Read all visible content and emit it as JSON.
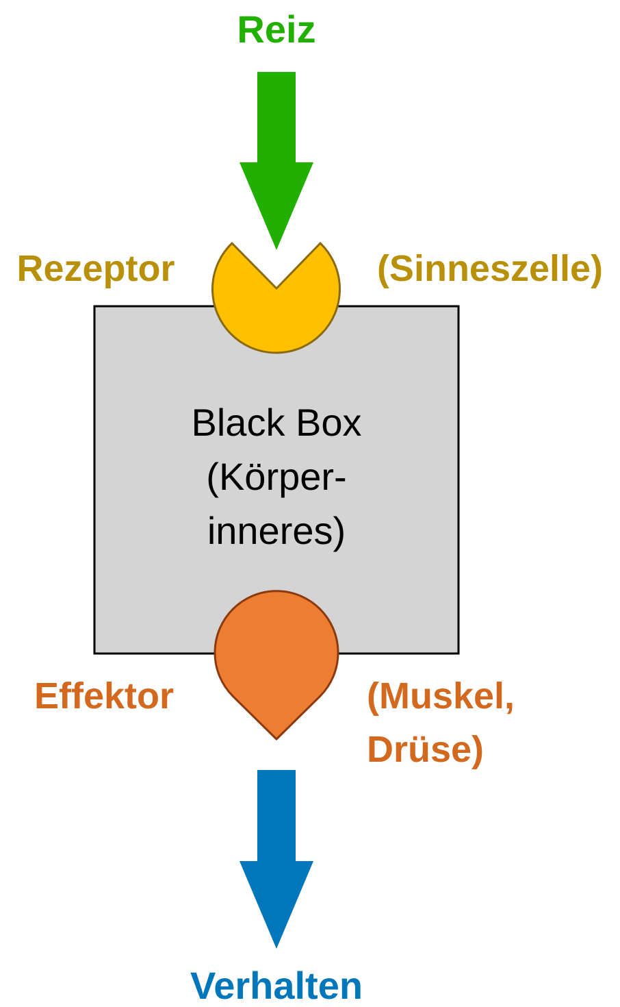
{
  "labels": {
    "stimulus": "Reiz",
    "receptor": "Rezeptor",
    "receptor_note": "(Sinneszelle)",
    "box_lines": [
      "Black Box",
      "(Körper-",
      "inneres)"
    ],
    "effector": "Effektor",
    "effector_note_lines": [
      "(Muskel,",
      "Drüse)"
    ],
    "behavior": "Verhalten"
  },
  "colors": {
    "stimulus": "#22b000",
    "receptor_text": "#b8900a",
    "receptor_fill": "#ffc000",
    "receptor_stroke": "#8a6a10",
    "box_fill": "#d4d4d4",
    "box_stroke": "#000000",
    "effector_text": "#d2691e",
    "effector_fill": "#ed7d31",
    "effector_stroke": "#8b3a0f",
    "behavior": "#0077bb"
  },
  "icons": {
    "stimulus_arrow": "arrow-down-icon",
    "behavior_arrow": "arrow-down-icon"
  }
}
